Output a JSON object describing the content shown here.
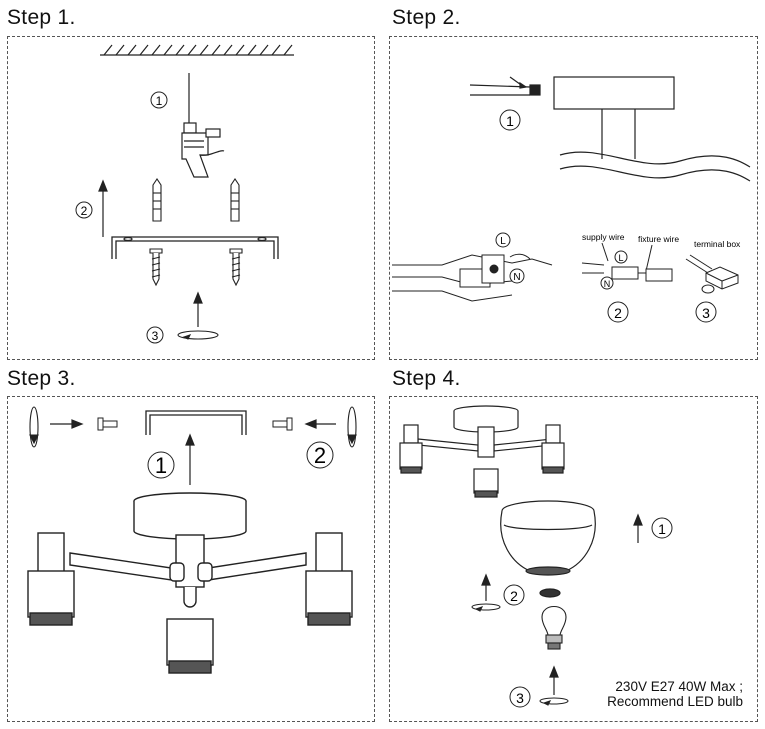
{
  "steps": [
    {
      "title": "Step 1."
    },
    {
      "title": "Step 2."
    },
    {
      "title": "Step 3."
    },
    {
      "title": "Step 4."
    }
  ],
  "markers": {
    "one": "1",
    "two": "2",
    "three": "3"
  },
  "step2": {
    "live": "L",
    "neutral": "N",
    "supply_wire": "supply wire",
    "fixture_wire": "fixture wire",
    "terminal_box": "terminal box"
  },
  "step4": {
    "note_line1": "230V E27 40W Max ;",
    "note_line2": "Recommend LED bulb"
  }
}
